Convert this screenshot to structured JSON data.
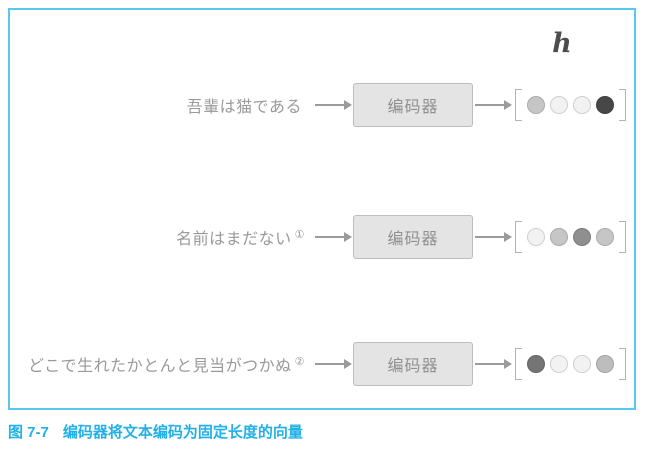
{
  "figure": {
    "output_symbol": "h",
    "encoder_label": "编码器",
    "rows": [
      {
        "text": "吾輩は猫である",
        "note": "",
        "vector": [
          "#c6c6c6",
          "#f2f2f2",
          "#f2f2f2",
          "#474747"
        ]
      },
      {
        "text": "名前はまだない",
        "note": "①",
        "vector": [
          "#f2f2f2",
          "#c6c6c6",
          "#8f8f8f",
          "#c6c6c6"
        ]
      },
      {
        "text": "どこで生れたかとんと見当がつかぬ",
        "note": "②",
        "vector": [
          "#757575",
          "#f2f2f2",
          "#f2f2f2",
          "#bdbdbd"
        ]
      }
    ]
  },
  "caption": {
    "label": "图 7-7",
    "text": "编码器将文本编码为固定长度的向量"
  },
  "colors": {
    "frame_border": "#58c8f2",
    "caption": "#21b0e8",
    "text_gray": "#9a9a9a",
    "box_fill": "#e4e4e4",
    "box_border": "#bdbdbd",
    "box_text": "#909090",
    "arrow": "#9b9b9b",
    "bracket": "#b3b3b3",
    "h_symbol": "#4d4d4d"
  }
}
